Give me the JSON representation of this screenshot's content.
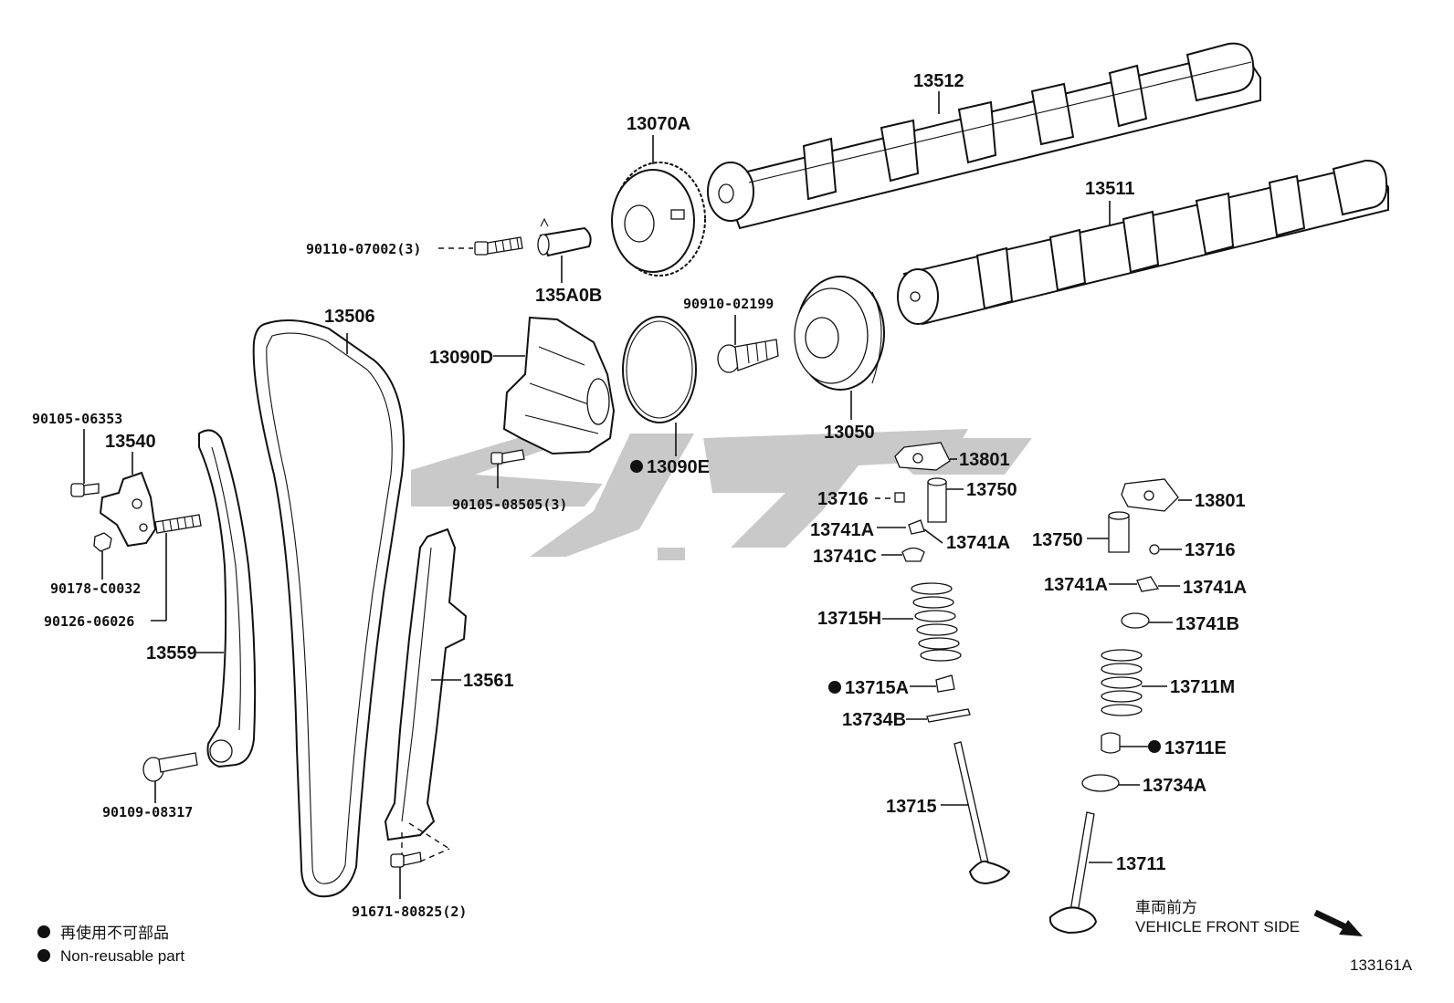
{
  "labels": {
    "p13512": "13512",
    "p13070A": "13070A",
    "p13511": "13511",
    "p90110": "90110-07002(3)",
    "p135A0B": "135A0B",
    "p90910": "90910-02199",
    "p13506": "13506",
    "p13090D": "13090D",
    "p13050": "13050",
    "p90105a": "90105-06353",
    "p13540": "13540",
    "p13090E": "13090E",
    "p13801a": "13801",
    "p13750a": "13750",
    "p90105b": "90105-08505(3)",
    "p13716a": "13716",
    "p13741Aa": "13741A",
    "p13741Ab": "13741A",
    "p13741C": "13741C",
    "p13801b": "13801",
    "p13750b": "13750",
    "p13716b": "13716",
    "p90178": "90178-C0032",
    "p90126": "90126-06026",
    "p13741Ac": "13741A",
    "p13741Ad": "13741A",
    "p13741B": "13741B",
    "p13715H": "13715H",
    "p13559": "13559",
    "p13561": "13561",
    "p13715A": "13715A",
    "p13711M": "13711M",
    "p13734B": "13734B",
    "p13711E": "13711E",
    "p13734A": "13734A",
    "p90109": "90109-08317",
    "p13715": "13715",
    "p13711": "13711",
    "p91671": "91671-80825(2)"
  },
  "legend": {
    "jp": "再使用不可部品",
    "en": "Non-reusable part"
  },
  "direction": {
    "jp": "車両前方",
    "en": "VEHICLE FRONT SIDE"
  },
  "figure_id": "133161A",
  "colors": {
    "ink": "#111111",
    "watermark": "#c8c8c8"
  }
}
